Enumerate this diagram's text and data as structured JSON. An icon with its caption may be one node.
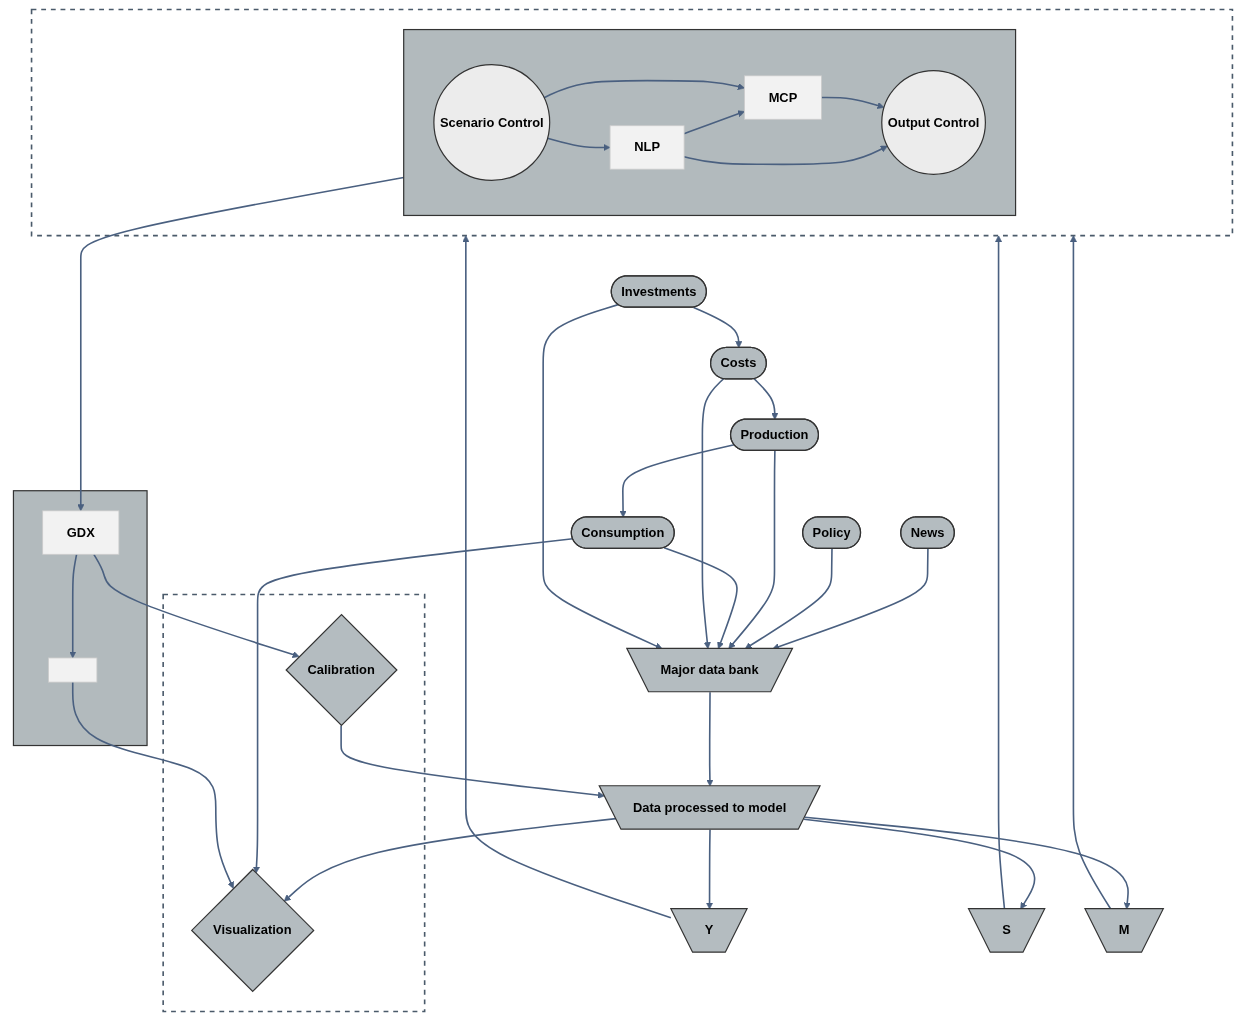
{
  "diagram": {
    "nodes": [
      {
        "text": [
          "News"
        ]
      },
      {
        "text": [
          "Policy"
        ]
      },
      {
        "text": [
          "Production"
        ]
      },
      {
        "text": [
          "Consumption"
        ]
      },
      {
        "text": [
          "Major data bank"
        ]
      },
      {
        "text": [
          "Costs"
        ]
      },
      {
        "text": [
          "Investments"
        ]
      },
      {
        "text": [
          "Data processed to model"
        ]
      },
      {
        "text": [
          "Y"
        ]
      },
      {
        "text": [
          "S"
        ]
      },
      {
        "text": [
          "M"
        ]
      },
      {
        "text": [],
        "shape": "box"
      },
      {
        "text": [],
        "shape": "box",
        "in": 11
      },
      {
        "text": [
          "Scenario Control"
        ],
        "in": 12
      },
      {
        "text": [
          "MCP"
        ],
        "in": 12
      },
      {
        "text": [
          "NLP"
        ],
        "in": 12
      },
      {
        "text": [
          "Output Control"
        ],
        "in": 12
      },
      {
        "text": [],
        "shape": "box"
      },
      {
        "text": [
          "GDX"
        ],
        "in": 17
      },
      {
        "text": [],
        "shape": "box",
        "in": 17
      },
      {
        "text": [],
        "shape": "box"
      },
      {
        "text": [
          "Calibration"
        ],
        "in": 20
      },
      {
        "text": [
          "Visualization"
        ],
        "in": 20
      }
    ],
    "edges": [
      {
        "from": 0,
        "to": 4,
        "arrow": "to"
      },
      {
        "from": 1,
        "to": 4,
        "arrow": "to"
      },
      {
        "from": 2,
        "to": 3,
        "arrow": "to"
      },
      {
        "from": 2,
        "to": 4,
        "arrow": "to"
      },
      {
        "from": 3,
        "to": 4,
        "arrow": "to"
      },
      {
        "from": 6,
        "to": 5,
        "arrow": "to"
      },
      {
        "from": 5,
        "to": 4,
        "arrow": "to"
      },
      {
        "from": 6,
        "to": 4,
        "arrow": "to"
      },
      {
        "from": 5,
        "to": 2,
        "arrow": "to"
      },
      {
        "from": 4,
        "to": 7,
        "arrow": "to"
      },
      {
        "from": 7,
        "to": 22,
        "arrow": "to"
      },
      {
        "from": 3,
        "to": 22,
        "arrow": "to"
      },
      {
        "from": 7,
        "to": 8,
        "arrow": "to"
      },
      {
        "from": 7,
        "to": 9,
        "arrow": "to"
      },
      {
        "from": 7,
        "to": 10,
        "arrow": "to"
      },
      {
        "from": 8,
        "to": 11,
        "arrow": "to"
      },
      {
        "from": 9,
        "to": 11,
        "arrow": "to"
      },
      {
        "from": 10,
        "to": 11,
        "arrow": "to"
      },
      {
        "from": 13,
        "to": 14,
        "arrow": "to"
      },
      {
        "from": 13,
        "to": 15,
        "arrow": "to"
      },
      {
        "from": 15,
        "to": 14,
        "arrow": "to"
      },
      {
        "from": 14,
        "to": 16,
        "arrow": "to"
      },
      {
        "from": 15,
        "to": 16,
        "arrow": "to"
      },
      {
        "from": 12,
        "to": 18,
        "arrow": "to"
      },
      {
        "from": 18,
        "to": 19,
        "arrow": "to"
      },
      {
        "from": 18,
        "to": 21,
        "arrow": "to"
      },
      {
        "from": 19,
        "to": 22,
        "arrow": "to"
      },
      {
        "from": 21,
        "to": 7,
        "arrow": "to"
      }
    ]
  }
}
